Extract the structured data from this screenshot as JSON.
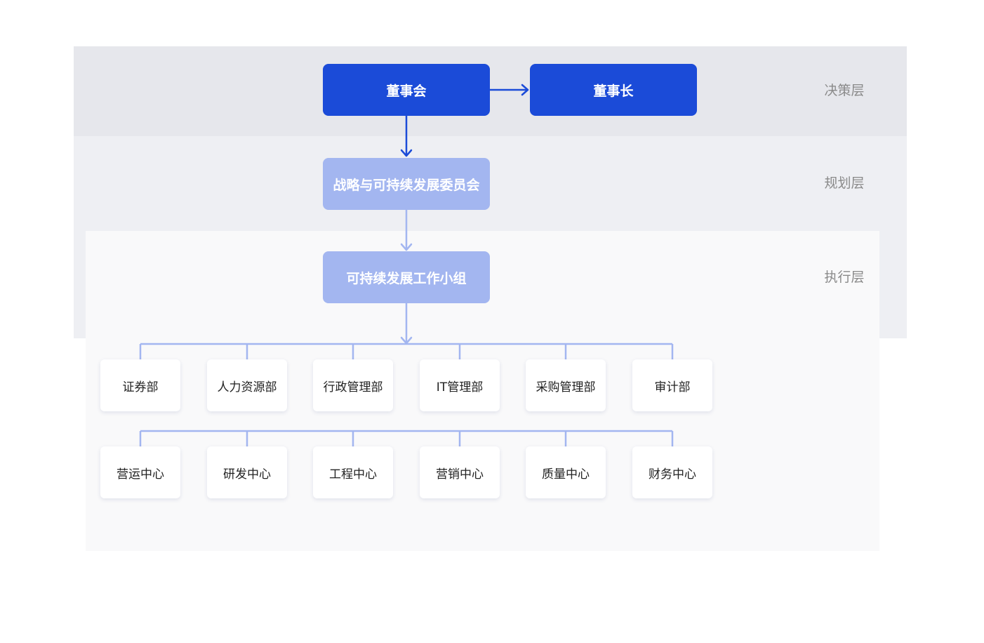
{
  "layers": {
    "decision": "决策层",
    "planning": "规划层",
    "execution": "执行层"
  },
  "nodes": {
    "board": "董事会",
    "chairman": "董事长",
    "committee": "战略与可持续发展委员会",
    "working_group": "可持续发展工作小组"
  },
  "departments_row1": [
    "证券部",
    "人力资源部",
    "行政管理部",
    "IT管理部",
    "采购管理部",
    "审计部"
  ],
  "departments_row2": [
    "营运中心",
    "研发中心",
    "工程中心",
    "营销中心",
    "质量中心",
    "财务中心"
  ],
  "colors": {
    "primary": "#1b4bd8",
    "light": "#a3b6f0",
    "connector": "#a3b6f0"
  }
}
